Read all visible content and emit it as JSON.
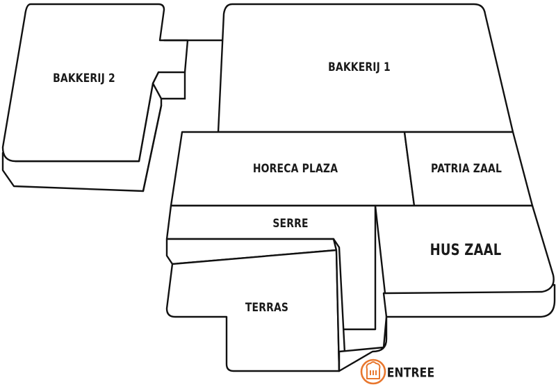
{
  "map": {
    "rooms": [
      {
        "id": "bakkerij-2",
        "label": "BAKKERIJ  2"
      },
      {
        "id": "bakkerij-1",
        "label": "BAKKERIJ 1"
      },
      {
        "id": "horeca-plaza",
        "label": "HORECA PLAZA"
      },
      {
        "id": "patria-zaal",
        "label": "PATRIA ZAAL"
      },
      {
        "id": "serre",
        "label": "SERRE"
      },
      {
        "id": "hus-zaal",
        "label": "HUS ZAAL"
      },
      {
        "id": "terras",
        "label": "TERRAS"
      }
    ],
    "entrance": {
      "label": "ENTREE",
      "icon": "bread-icon"
    },
    "colors": {
      "outline": "#111111",
      "accent": "#e8772e",
      "background": "#ffffff"
    }
  }
}
